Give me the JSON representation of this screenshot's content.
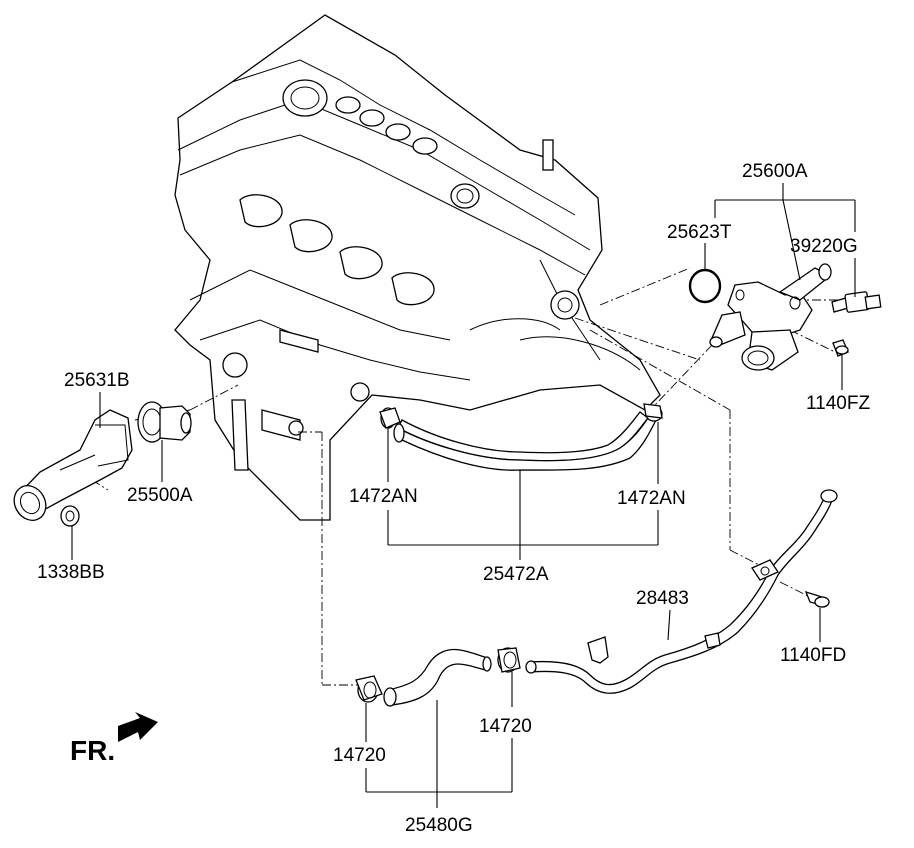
{
  "labels": {
    "p25600A": "25600A",
    "p25623T": "25623T",
    "p39220G": "39220G",
    "p1140FZ": "1140FZ",
    "p25631B": "25631B",
    "p25500A": "25500A",
    "p1338BB": "1338BB",
    "p1472AN_left": "1472AN",
    "p1472AN_right": "1472AN",
    "p25472A": "25472A",
    "p28483": "28483",
    "p1140FD": "1140FD",
    "p14720_left": "14720",
    "p14720_right": "14720",
    "p25480G": "25480G"
  },
  "direction": {
    "text": "FR.",
    "arrow_icon": "front-direction-arrow-icon"
  }
}
